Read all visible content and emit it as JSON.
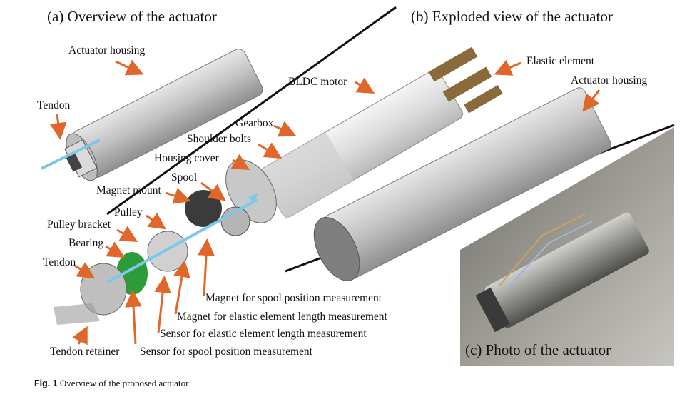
{
  "panels": {
    "a_title": "(a)  Overview of the actuator",
    "b_title": "(b)  Exploded view of the actuator",
    "c_title": "(c)  Photo of the actuator"
  },
  "labels_a": {
    "housing": "Actuator housing",
    "tendon": "Tendon"
  },
  "labels_b": {
    "bldc_motor": "BLDC motor",
    "elastic_element": "Elastic element",
    "actuator_housing": "Actuator housing",
    "gearbox": "Gearbox",
    "shoulder_bolts": "Shoulder bolts",
    "housing_cover": "Housing cover",
    "spool": "Spool",
    "magnet_mount": "Magnet mount",
    "pulley": "Pulley",
    "pulley_bracket": "Pulley bracket",
    "bearing": "Bearing",
    "tendon": "Tendon",
    "magnet_spool": "Magnet for spool position measurement",
    "magnet_elastic": "Magnet for elastic element length measurement",
    "sensor_elastic": "Sensor for elastic element length measurement",
    "tendon_retainer": "Tendon retainer",
    "sensor_spool": "Sensor for spool position measurement"
  },
  "caption": {
    "label": "Fig. 1",
    "text": "Overview of the proposed actuator"
  },
  "colors": {
    "arrow": "#e0662a",
    "tendon": "#7cc8ea",
    "housing": "#cfcfcf",
    "motor": "#e8e8e8",
    "spring": "#8a6a3a",
    "green_part": "#2e9a3a"
  }
}
